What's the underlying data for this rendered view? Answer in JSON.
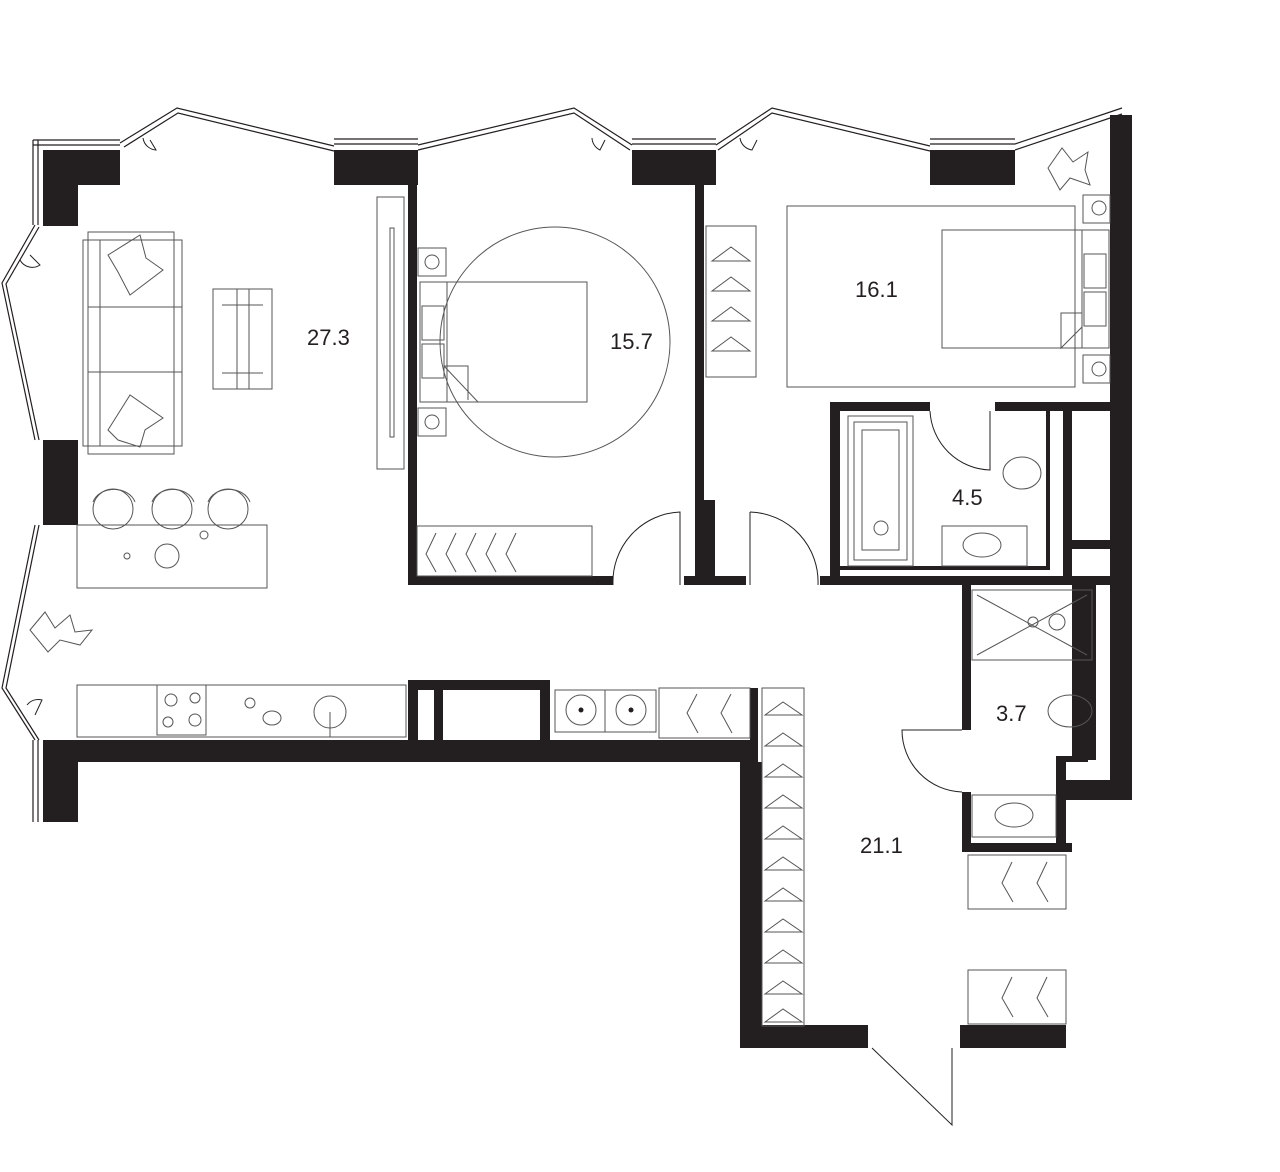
{
  "plan": {
    "type": "apartment floor plan",
    "units": "m²",
    "rooms": [
      {
        "id": "living-kitchen",
        "area_label": "27.3"
      },
      {
        "id": "bedroom-1",
        "area_label": "15.7"
      },
      {
        "id": "bedroom-2",
        "area_label": "16.1"
      },
      {
        "id": "bathroom-1",
        "area_label": "4.5"
      },
      {
        "id": "bathroom-2",
        "area_label": "3.7"
      },
      {
        "id": "hallway",
        "area_label": "21.1"
      }
    ],
    "furniture": {
      "sofa": 1,
      "coffee_table": 1,
      "tv_console": 1,
      "bar_stools": 3,
      "kitchen_island": 1,
      "cooktop_burners": 4,
      "kitchen_sink": 1,
      "double_beds": 2,
      "nightstands": 4,
      "bathtub": 1,
      "shower": 1,
      "toilets": 2,
      "washbasins": 2,
      "plants": 2,
      "washer_dryer_units": 2
    },
    "colors": {
      "wall": "#231f20",
      "line": "#555555",
      "background": "#ffffff"
    }
  }
}
